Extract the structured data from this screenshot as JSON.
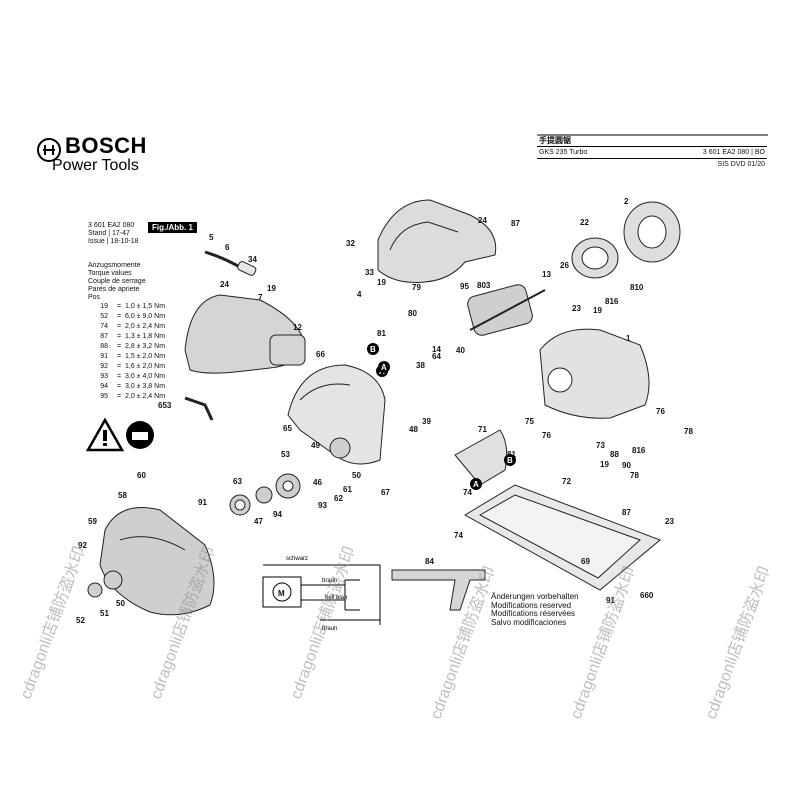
{
  "brand": {
    "name": "BOSCH",
    "subtitle": "Power Tools"
  },
  "header": {
    "title_cn": "手提圆锯",
    "model": "GKS 235 Turbo",
    "part_no": "3 601 EA2 080 | BO",
    "sis": "SIS DVD 01/20"
  },
  "doc": {
    "number": "3 601 EA2 080",
    "stand_label": "Stand",
    "stand_value": "17-47",
    "issue_label": "Issue",
    "issue_value": "18-10-18",
    "fig_label": "Fig./Abb. 1"
  },
  "torque": {
    "headings": [
      "Anzugsmomente",
      "Torque values",
      "Couple de serrage",
      "Pares de apriete",
      "Pos"
    ],
    "rows": [
      {
        "pos": "19",
        "value": "1,0 ± 1,5 Nm"
      },
      {
        "pos": "52",
        "value": "6,0 ± 9,0 Nm"
      },
      {
        "pos": "74",
        "value": "2,0 ± 2,4 Nm"
      },
      {
        "pos": "87",
        "value": "1,3 ± 1,8 Nm"
      },
      {
        "pos": "88",
        "value": "2,8 ± 3,2 Nm"
      },
      {
        "pos": "91",
        "value": "1,5 ± 2,0 Nm"
      },
      {
        "pos": "92",
        "value": "1,6 ± 2,0 Nm"
      },
      {
        "pos": "93",
        "value": "3,0 ± 4,0 Nm"
      },
      {
        "pos": "94",
        "value": "3,0 ± 3,8 Nm"
      },
      {
        "pos": "95",
        "value": "2,0 ± 2,4 Nm"
      }
    ]
  },
  "footnote": [
    "Änderungen vorbehalten",
    "Modifications reserved",
    "Modifications réservées",
    "Salvo modificaciones"
  ],
  "wiring": {
    "color_black": "schwarz",
    "color_brown": "braun",
    "color_lightblue": "hell blau",
    "motor": "M"
  },
  "callouts": [
    "2",
    "5",
    "6",
    "34",
    "7",
    "19",
    "24",
    "12",
    "32",
    "33",
    "4",
    "19",
    "80",
    "81",
    "79",
    "95",
    "803",
    "87",
    "24",
    "22",
    "13",
    "26",
    "816",
    "810",
    "23",
    "19",
    "1",
    "38",
    "64",
    "14",
    "40",
    "66",
    "653",
    "65",
    "48",
    "39",
    "49",
    "53",
    "46",
    "50",
    "60",
    "58",
    "63",
    "47",
    "94",
    "91",
    "59",
    "92",
    "52",
    "51",
    "50",
    "93",
    "62",
    "61",
    "67",
    "71",
    "81",
    "74",
    "75",
    "76",
    "72",
    "78",
    "73",
    "88",
    "816",
    "19",
    "78",
    "76",
    "87",
    "23",
    "74",
    "84",
    "91",
    "660",
    "69",
    "90",
    "73",
    "75",
    "78"
  ],
  "markers": [
    "A",
    "B",
    "B",
    "A",
    "A"
  ],
  "watermark": "cdragonli店铺防盗水印"
}
